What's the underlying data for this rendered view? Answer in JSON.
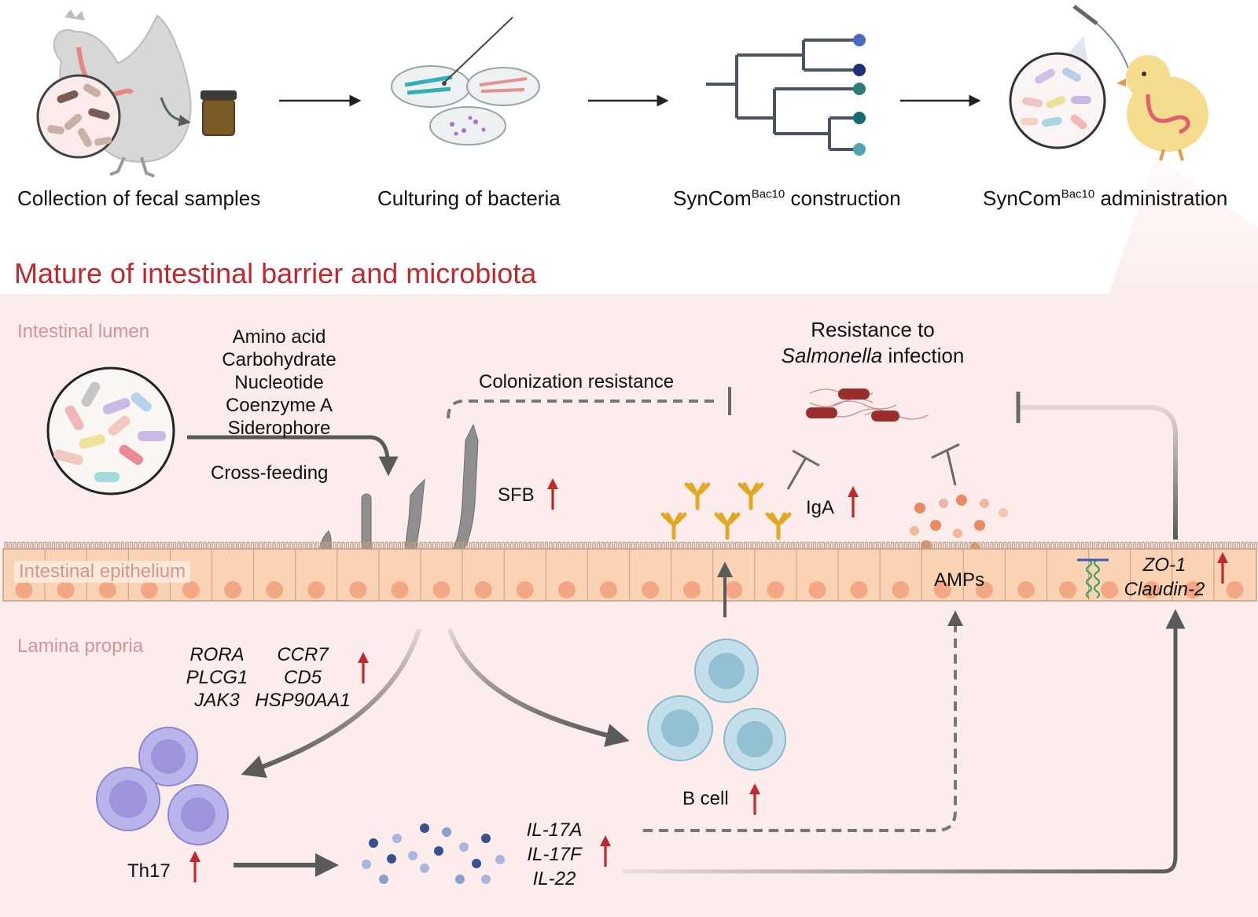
{
  "workflow": {
    "steps": [
      {
        "id": "collection",
        "label": "Collection of fecal samples"
      },
      {
        "id": "culturing",
        "label": "Culturing of bacteria"
      },
      {
        "id": "construction",
        "prefix": "SynCom",
        "sup": "Bac10",
        "suffix": " construction"
      },
      {
        "id": "administration",
        "prefix": "SynCom",
        "sup": "Bac10",
        "suffix": " administration"
      }
    ]
  },
  "section_title": "Mature of intestinal barrier and microbiota",
  "zones": {
    "lumen": "Intestinal lumen",
    "epithelium": "Intestinal epithelium",
    "lamina": "Lamina propria"
  },
  "metabolites": [
    "Amino acid",
    "Carbohydrate",
    "Nucleotide",
    "Coenzyme A",
    "Siderophore"
  ],
  "cross_feeding": "Cross-feeding",
  "colonization_resistance": "Colonization resistance",
  "resistance": {
    "line1": "Resistance to",
    "pathogen": "Salmonella",
    "line2_suffix": " infection"
  },
  "sfb": "SFB",
  "iga": "IgA",
  "amps": "AMPs",
  "tight_junction": {
    "zo1": "ZO-1",
    "claudin": "Claudin-2"
  },
  "genes": {
    "col1": [
      "RORA",
      "PLCG1",
      "JAK3"
    ],
    "col2": [
      "CCR7",
      "CD5",
      "HSP90AA1"
    ]
  },
  "th17": "Th17",
  "b_cell": "B cell",
  "cytokines": [
    "IL-17A",
    "IL-17F",
    "IL-22"
  ],
  "colors": {
    "arrow_dark": "#5a5a5a",
    "up_arrow": "#c0282d",
    "title_red": "#c0282d",
    "panel_bg": "#fcecec",
    "cell_fill": "#f9d3b3",
    "nucleus": "#f3a784",
    "th17_fill": "#b9b4ea",
    "bcell_fill": "#bfdde8",
    "tree_tip_colors": [
      "#4a6bbf",
      "#1c2e7a",
      "#2e7a78",
      "#156b73",
      "#4fa5ad"
    ]
  }
}
